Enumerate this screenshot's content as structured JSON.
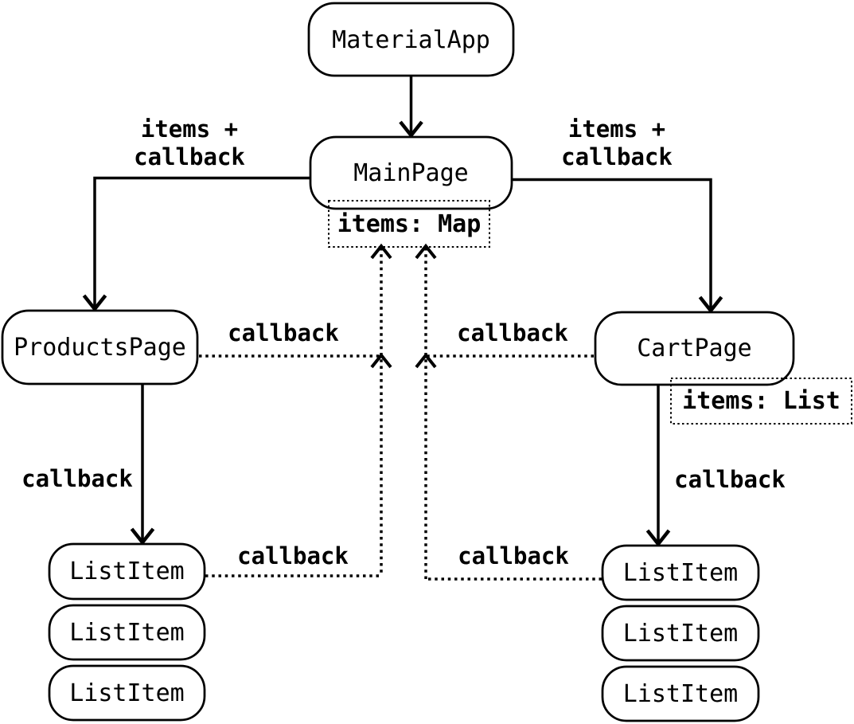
{
  "colors": {
    "ink": "#000000",
    "background": "#ffffff"
  },
  "nodes": {
    "material_app": "MaterialApp",
    "main_page": "MainPage",
    "products_page": "ProductsPage",
    "cart_page": "CartPage",
    "list_item": "ListItem"
  },
  "state_boxes": {
    "items_map": "items: Map",
    "items_list": "items: List"
  },
  "edge_labels": {
    "items_plus": "items +",
    "callback": "callback"
  }
}
